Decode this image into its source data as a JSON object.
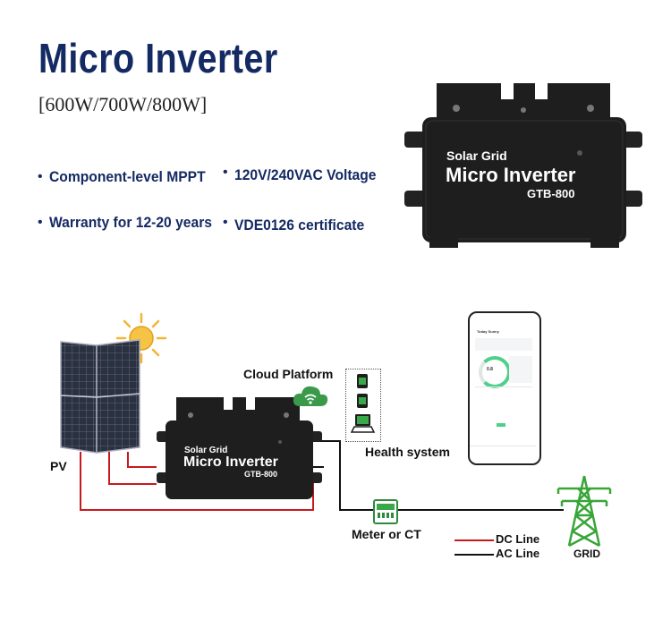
{
  "header": {
    "title": "Micro Inverter",
    "subtitle": "[600W/700W/800W]"
  },
  "features": [
    "Component-level MPPT",
    "120V/240VAC Voltage",
    "Warranty for 12-20 years",
    "VDE0126 certificate"
  ],
  "inverter": {
    "brand": "Solar Grid",
    "name": "Micro Inverter",
    "model": "GTB-800"
  },
  "diagram": {
    "pv_label": "PV",
    "cloud_label": "Cloud Platform",
    "health_label": "Health system",
    "meter_label": "Meter or CT",
    "grid_label": "GRID"
  },
  "legend": {
    "dc_label": "DC Line",
    "ac_label": "AC Line",
    "dc_color": "#c8191e",
    "ac_color": "#111111"
  },
  "phone": {
    "title": "Today Sunny",
    "gauge_value": "0.8"
  },
  "colors": {
    "title": "#142a63",
    "inverter_body": "#1e1e1e",
    "cloud": "#3a9a4a",
    "grid_tower": "#3aa53a"
  }
}
